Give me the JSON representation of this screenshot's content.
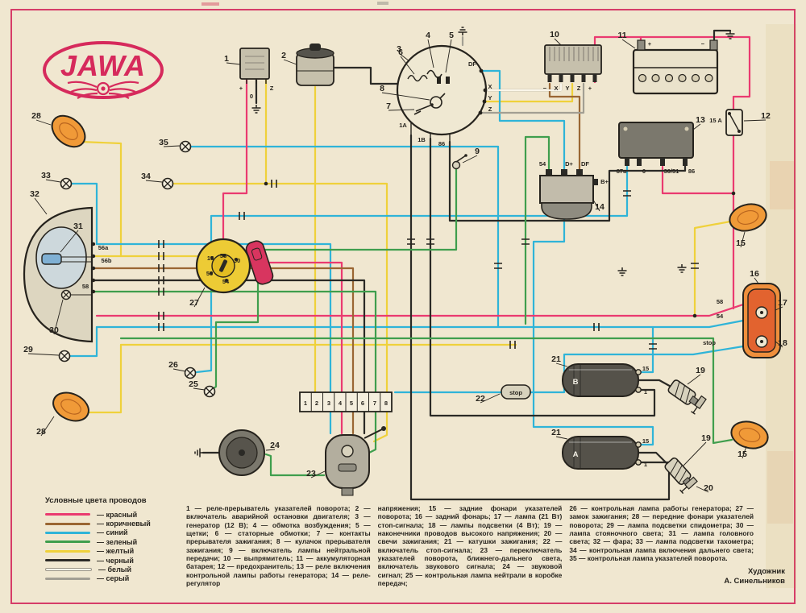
{
  "colors": {
    "paper": "#f0e7d0",
    "frame": "#d63d68",
    "logo-red": "#d62a5c",
    "ink": "#26231d",
    "wire-red": "#ea3a70",
    "wire-brown": "#9a6633",
    "wire-blue": "#2fb4d8",
    "wire-green": "#3f9e4d",
    "wire-yellow": "#efd13b",
    "wire-black": "#2b2a26",
    "wire-white": "#faf6ea",
    "wire-gray": "#a39f93",
    "lamp-orange": "#f09a38",
    "switch-yellow": "#edcb35",
    "tail-orange": "#ef8f3c",
    "metal": "#c6c0ac",
    "metal-dark": "#6e6b62"
  },
  "logo": {
    "text": "JAWA"
  },
  "legend": {
    "title": "Условные цвета проводов",
    "items": [
      {
        "key": "red",
        "label": "— красный"
      },
      {
        "key": "brown",
        "label": "— коричневый"
      },
      {
        "key": "blue",
        "label": "— синий"
      },
      {
        "key": "green",
        "label": "— зеленый"
      },
      {
        "key": "yellow",
        "label": "— желтый"
      },
      {
        "key": "black",
        "label": "— черный"
      },
      {
        "key": "white",
        "label": "— белый"
      },
      {
        "key": "gray",
        "label": "— серый"
      }
    ]
  },
  "description": {
    "col1": "1 — реле-прерыватель указателей поворота; 2 — включатель аварийной остановки двигателя; 3 — генератор (12 В); 4 — обмотка возбуждения; 5 — щетки; 6 — статорные обмотки; 7 — контакты прерывателя зажигания; 8 — кулачок прерывателя зажигания; 9 — включатель лампы нейтральной передачи; 10 — выпрямитель; 11 — аккумуляторная батарея; 12 — предохранитель; 13 — реле включения контрольной лампы работы генератора; 14 — реле-регулятор",
    "col2": "напряжения; 15 — задние фонари указателей поворота; 16 — задний фонарь; 17 — лампа (21 Вт) стоп-сигнала; 18 — лампы подсветки (4 Вт); 19 — наконечники проводов высокого напряжения; 20 — свечи зажигания; 21 — катушки зажигания; 22 — включатель стоп-сигнала; 23 — переключатель указателей поворота, ближнего-дальнего света, включатель звукового сигнала; 24 — звуковой сигнал; 25 — контрольная лампа нейтрали в коробке передач;",
    "col3": "26 — контрольная лампа работы генератора; 27 — замок зажигания; 28 — передние фонари указателей поворота; 29 — лампа подсветки спидометра; 30 — лампа стояночного света; 31 — лампа головного света; 32 — фара; 33 — лампа подсветки тахометра; 34 — контрольная лампа включения дальнего света; 35 — контрольная лампа указателей поворота."
  },
  "credit": {
    "line1": "Художник",
    "line2": "А. Синельников"
  },
  "diagram": {
    "labels": [
      [
        281,
        76,
        "1",
        "",
        298,
        80
      ],
      [
        352,
        72,
        "2",
        "",
        368,
        80
      ],
      [
        495,
        64,
        "3",
        "",
        508,
        76
      ],
      [
        531,
        47,
        "4",
        "",
        538,
        84
      ],
      [
        560,
        47,
        "5",
        "",
        553,
        90
      ],
      [
        497,
        68,
        "6",
        "",
        514,
        92
      ],
      [
        482,
        135,
        "7",
        "",
        514,
        136
      ],
      [
        474,
        113,
        "8",
        "",
        533,
        124
      ],
      [
        592,
        191,
        "9",
        "",
        574,
        202
      ],
      [
        688,
        46,
        "10",
        "",
        696,
        56
      ],
      [
        772,
        47,
        "11",
        "",
        788,
        60
      ],
      [
        950,
        147,
        "12",
        "",
        923,
        150
      ],
      [
        869,
        152,
        "13",
        "",
        860,
        161
      ],
      [
        744,
        260,
        "14",
        "",
        736,
        248
      ],
      [
        919,
        305,
        "15",
        "",
        924,
        288
      ],
      [
        921,
        567,
        "15",
        "",
        926,
        554
      ],
      [
        936,
        343,
        "16",
        "",
        941,
        352
      ],
      [
        971,
        379,
        "17",
        "",
        962,
        385
      ],
      [
        971,
        429,
        "18",
        "",
        962,
        424
      ],
      [
        869,
        463,
        "19",
        "",
        853,
        477
      ],
      [
        876,
        547,
        "19",
        "",
        848,
        578
      ],
      [
        879,
        609,
        "20",
        "",
        864,
        604
      ],
      [
        690,
        449,
        "21",
        "",
        704,
        455
      ],
      [
        690,
        540,
        "21",
        "",
        704,
        545
      ],
      [
        596,
        498,
        "22",
        "",
        620,
        489
      ],
      [
        386,
        591,
        "23",
        "",
        403,
        585
      ],
      [
        341,
        556,
        "24",
        "",
        330,
        559
      ],
      [
        240,
        480,
        "25",
        "",
        254,
        484
      ],
      [
        215,
        456,
        "26",
        "",
        230,
        461
      ],
      [
        241,
        379,
        "27",
        "",
        254,
        357
      ],
      [
        45,
        147,
        "28",
        "",
        63,
        155
      ],
      [
        51,
        539,
        "28",
        "",
        67,
        517
      ],
      [
        35,
        437,
        "29",
        "",
        73,
        441
      ],
      [
        67,
        413,
        "30",
        "",
        78,
        372
      ],
      [
        97,
        284,
        "31",
        "",
        75,
        313
      ],
      [
        43,
        244,
        "32",
        "",
        58,
        266
      ],
      [
        57,
        221,
        "33",
        "",
        75,
        226
      ],
      [
        181,
        222,
        "34",
        "",
        201,
        226
      ],
      [
        203,
        180,
        "35",
        "",
        223,
        181
      ],
      [
        299,
        112,
        "+",
        "s"
      ],
      [
        312,
        122,
        "0",
        "s"
      ],
      [
        337,
        112,
        "Z",
        "s"
      ],
      [
        586,
        82,
        "DF",
        "s"
      ],
      [
        608,
        110,
        "X",
        "s"
      ],
      [
        608,
        124,
        "Y",
        "s"
      ],
      [
        608,
        138,
        "Z",
        "s"
      ],
      [
        500,
        158,
        "1A",
        "s"
      ],
      [
        523,
        176,
        "1B",
        "s"
      ],
      [
        548,
        181,
        "86",
        "s"
      ],
      [
        676,
        112,
        "−",
        "s"
      ],
      [
        690,
        112,
        "X",
        "s"
      ],
      [
        704,
        112,
        "Y",
        "s"
      ],
      [
        718,
        112,
        "Z",
        "s"
      ],
      [
        732,
        112,
        "+",
        "s"
      ],
      [
        806,
        57,
        "+",
        "s"
      ],
      [
        872,
        57,
        "−",
        "s"
      ],
      [
        888,
        152,
        "15 A",
        "s"
      ],
      [
        771,
        215,
        "87a",
        "s"
      ],
      [
        799,
        215,
        "0",
        "s"
      ],
      [
        833,
        215,
        "30/51",
        "s"
      ],
      [
        858,
        215,
        "86",
        "s"
      ],
      [
        673,
        206,
        "54",
        "s"
      ],
      [
        706,
        206,
        "D+",
        "s"
      ],
      [
        726,
        206,
        "DF",
        "s"
      ],
      [
        750,
        228,
        "B+",
        "s"
      ],
      [
        261,
        323,
        "15",
        "s"
      ],
      [
        277,
        320,
        "58",
        "s"
      ],
      [
        294,
        326,
        "30",
        "s"
      ],
      [
        280,
        352,
        "54",
        "s"
      ],
      [
        260,
        342,
        "56",
        "s"
      ],
      [
        128,
        310,
        "56a",
        "s"
      ],
      [
        132,
        326,
        "56b",
        "s"
      ],
      [
        106,
        358,
        "58",
        "s"
      ],
      [
        893,
        377,
        "58",
        "s"
      ],
      [
        893,
        395,
        "54",
        "s"
      ],
      [
        880,
        428,
        "stop",
        "s"
      ],
      [
        801,
        460,
        "15",
        "s"
      ],
      [
        801,
        489,
        "1",
        "s"
      ],
      [
        801,
        550,
        "15",
        "s"
      ],
      [
        801,
        579,
        "1",
        "s"
      ],
      [
        640,
        490,
        "stop",
        "s"
      ],
      [
        379,
        503,
        "1",
        "s"
      ],
      [
        393,
        503,
        "2",
        "s"
      ],
      [
        408,
        503,
        "3",
        "s"
      ],
      [
        422,
        503,
        "4",
        "s"
      ],
      [
        436,
        503,
        "5",
        "s"
      ],
      [
        450,
        503,
        "6",
        "s"
      ],
      [
        465,
        503,
        "7",
        "s"
      ],
      [
        479,
        503,
        "8",
        "s"
      ],
      [
        714,
        477,
        "B",
        "w"
      ],
      [
        714,
        567,
        "A",
        "w"
      ]
    ]
  }
}
